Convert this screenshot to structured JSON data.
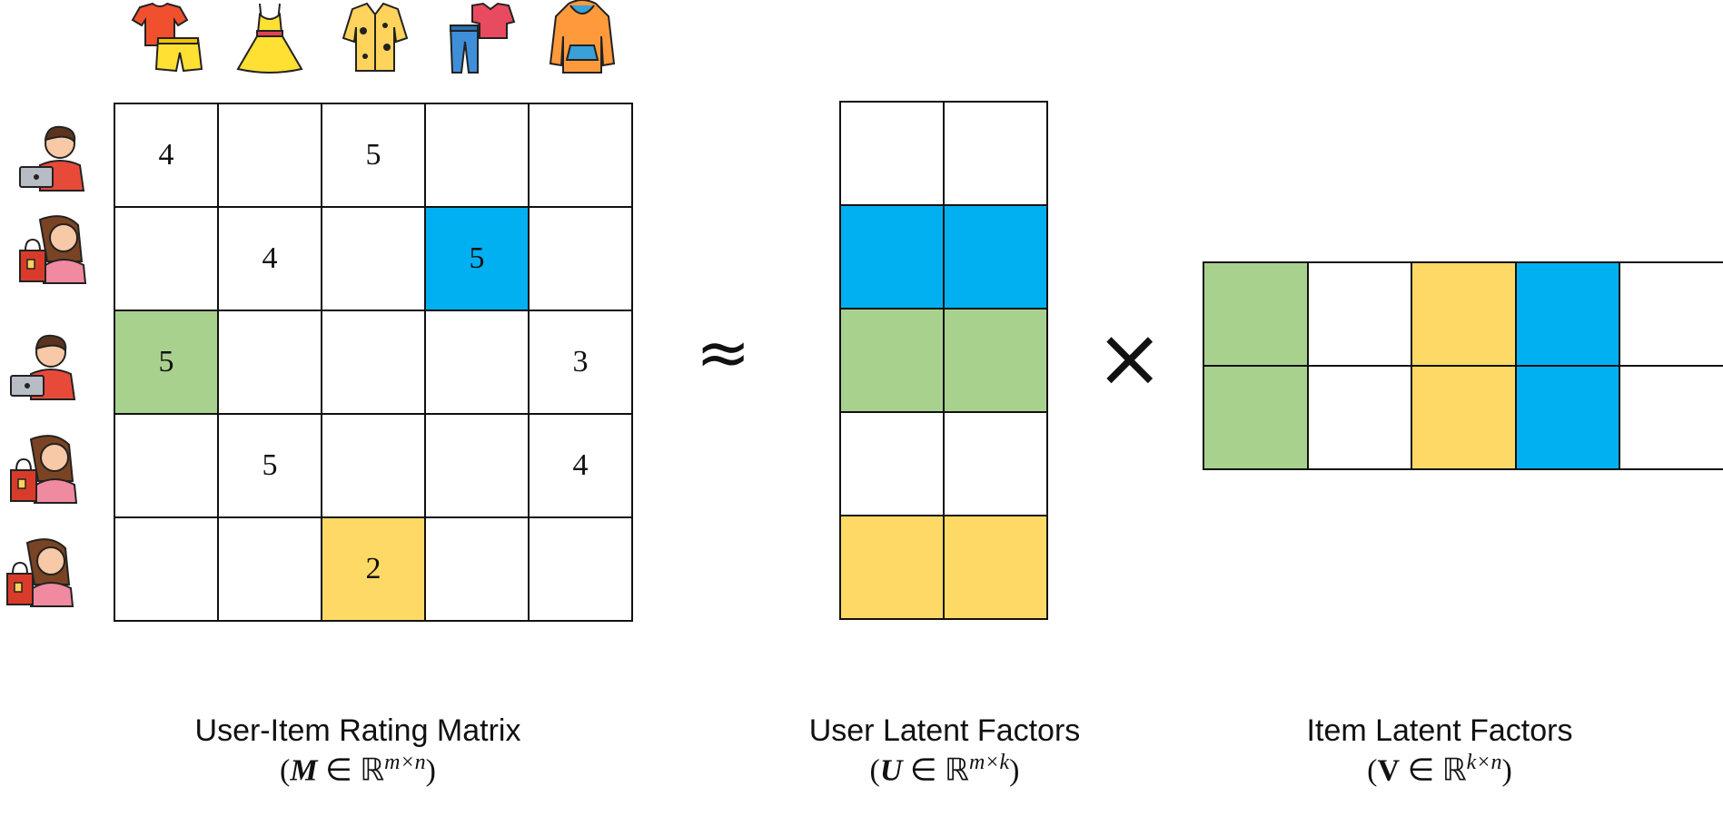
{
  "colors": {
    "green": "#a9d18e",
    "blue": "#00b0f0",
    "yellow": "#ffd966",
    "white": "#ffffff"
  },
  "items": [
    {
      "icon": "tshirt-shorts-icon"
    },
    {
      "icon": "dress-icon"
    },
    {
      "icon": "hawaiian-shirt-icon"
    },
    {
      "icon": "shirt-jeans-icon"
    },
    {
      "icon": "hoodie-icon"
    }
  ],
  "users": [
    {
      "icon": "man-laptop-icon"
    },
    {
      "icon": "woman-shopping-icon"
    },
    {
      "icon": "man-laptop-icon"
    },
    {
      "icon": "woman-shopping-icon"
    },
    {
      "icon": "woman-shopping-icon"
    }
  ],
  "rating_matrix": {
    "values": [
      [
        "4",
        "",
        "5",
        "",
        ""
      ],
      [
        "",
        "4",
        "",
        "5",
        ""
      ],
      [
        "5",
        "",
        "",
        "",
        "3"
      ],
      [
        "",
        "5",
        "",
        "",
        "4"
      ],
      [
        "",
        "",
        "2",
        "",
        ""
      ]
    ],
    "fills": [
      [
        "white",
        "white",
        "white",
        "white",
        "white"
      ],
      [
        "white",
        "white",
        "white",
        "blue",
        "white"
      ],
      [
        "green",
        "white",
        "white",
        "white",
        "white"
      ],
      [
        "white",
        "white",
        "white",
        "white",
        "white"
      ],
      [
        "white",
        "white",
        "yellow",
        "white",
        "white"
      ]
    ]
  },
  "user_factors": {
    "fills": [
      [
        "white",
        "white"
      ],
      [
        "blue",
        "blue"
      ],
      [
        "green",
        "green"
      ],
      [
        "white",
        "white"
      ],
      [
        "yellow",
        "yellow"
      ]
    ]
  },
  "item_factors": {
    "fills": [
      [
        "green",
        "white",
        "yellow",
        "blue",
        "white"
      ],
      [
        "green",
        "white",
        "yellow",
        "blue",
        "white"
      ]
    ]
  },
  "operators": {
    "approx": "≈",
    "times": "×"
  },
  "captions": {
    "rating": {
      "title": "User-Item Rating Matrix",
      "open": "(",
      "sym": "M",
      "in": " ∈ ",
      "set": "ℝ",
      "dims": "m×n",
      "close": ")"
    },
    "user": {
      "title": "User Latent Factors",
      "open": "(",
      "sym": "U",
      "in": " ∈ ",
      "set": "ℝ",
      "dims": "m×k",
      "close": ")"
    },
    "item": {
      "title": "Item Latent Factors",
      "open": "(",
      "sym": "V",
      "in": " ∈ ",
      "set": "ℝ",
      "dims": "k×n",
      "close": ")"
    }
  }
}
